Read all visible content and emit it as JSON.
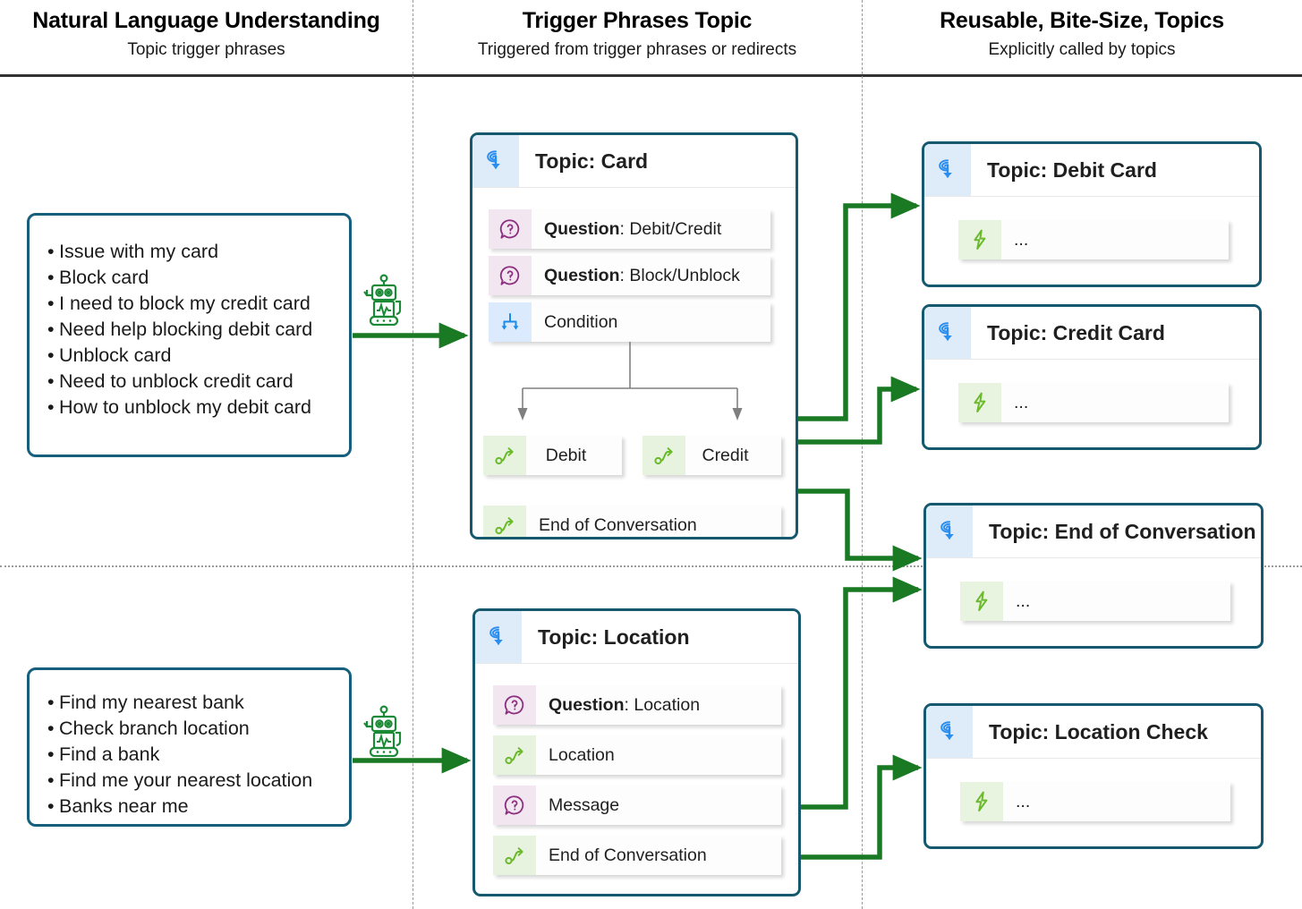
{
  "columns": [
    {
      "title": "Natural Language Understanding",
      "subtitle": "Topic trigger phrases"
    },
    {
      "title": "Trigger Phrases Topic",
      "subtitle": "Triggered from trigger phrases or redirects"
    },
    {
      "title": "Reusable, Bite-Size, Topics",
      "subtitle": "Explicitly called by topics"
    }
  ],
  "trigger_boxes": [
    {
      "name": "card-trigger-phrases",
      "phrases": [
        "Issue with my card",
        "Block card",
        "I need to block my credit card",
        "Need help blocking debit card",
        "Unblock card",
        "Need to unblock credit card",
        "How to unblock my debit card"
      ]
    },
    {
      "name": "location-trigger-phrases",
      "phrases": [
        "Find my nearest bank",
        "Check branch location",
        "Find a bank",
        "Find me your nearest location",
        "Banks near me"
      ]
    }
  ],
  "trigger_topics": [
    {
      "title": "Topic: Card",
      "icon": "topic-trigger-icon",
      "nodes": [
        {
          "icon": "question-icon",
          "kind": "q",
          "label_bold": "Question",
          "label_rest": ": Debit/Credit"
        },
        {
          "icon": "question-icon",
          "kind": "q",
          "label_bold": "Question",
          "label_rest": ": Block/Unblock"
        },
        {
          "icon": "condition-icon",
          "kind": "cond",
          "label_bold": "",
          "label_rest": "Condition"
        },
        {
          "icon": "redirect-icon",
          "kind": "redirect",
          "label_bold": "",
          "label_rest": "Debit"
        },
        {
          "icon": "redirect-icon",
          "kind": "redirect",
          "label_bold": "",
          "label_rest": "Credit"
        },
        {
          "icon": "redirect-icon",
          "kind": "redirect",
          "label_bold": "",
          "label_rest": "End of Conversation"
        }
      ]
    },
    {
      "title": "Topic: Location",
      "icon": "topic-trigger-icon",
      "nodes": [
        {
          "icon": "question-icon",
          "kind": "q",
          "label_bold": "Question",
          "label_rest": ": Location"
        },
        {
          "icon": "redirect-icon",
          "kind": "redirect",
          "label_bold": "",
          "label_rest": "Location"
        },
        {
          "icon": "question-icon",
          "kind": "q",
          "label_bold": "",
          "label_rest": "Message"
        },
        {
          "icon": "redirect-icon",
          "kind": "redirect",
          "label_bold": "",
          "label_rest": "End of Conversation"
        }
      ]
    }
  ],
  "reusable_topics": [
    {
      "title": "Topic: Debit Card",
      "icon": "topic-trigger-icon",
      "node_icon": "action-lightning-icon",
      "node_label": "..."
    },
    {
      "title": "Topic: Credit Card",
      "icon": "topic-trigger-icon",
      "node_icon": "action-lightning-icon",
      "node_label": "..."
    },
    {
      "title": "Topic: End of Conversation",
      "icon": "topic-trigger-icon",
      "node_icon": "action-lightning-icon",
      "node_label": "..."
    },
    {
      "title": "Topic: Location Check",
      "icon": "topic-trigger-icon",
      "node_icon": "action-lightning-icon",
      "node_label": "..."
    }
  ],
  "colors": {
    "card_border": "#16596f",
    "flow_arrow": "#1a7a23",
    "topic_icon": "#2a8ef0",
    "question_icon": "#8c2f7f",
    "condition_icon": "#1b8bea",
    "redirect_icon": "#6aba2c",
    "action_icon": "#6aba2c",
    "robot": "#1a8a36",
    "header_rule": "#333333"
  }
}
